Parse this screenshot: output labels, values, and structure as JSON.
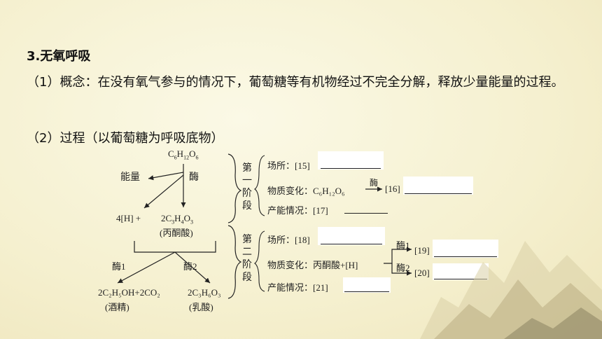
{
  "heading": "3.无氧呼吸",
  "concept": "（1）概念：在没有氧气参与的情况下，葡萄糖等有机物经过不完全分解，释放少量能量的过程。",
  "process": "（2）过程（以葡萄糖为呼吸底物）",
  "diagram": {
    "glucose": "C",
    "glucose_parts": [
      "6",
      "H",
      "12",
      "O",
      "6"
    ],
    "energy": "能量",
    "enzyme": "酶",
    "nadh": "4[H] +",
    "pyruvate_formula": [
      "2C",
      "3",
      "H",
      "4",
      "O",
      "3"
    ],
    "pyruvate_name": "(丙酮酸)",
    "enzyme1": "酶1",
    "enzyme2": "酶2",
    "ethanol_formula": "2C₂H₅OH+2CO₂",
    "ethanol_name": "(酒精)",
    "lactate_formula": "2C₃H₆O₃",
    "lactate_name": "(乳酸)",
    "stage1": "第一阶段",
    "stage2": "第二阶段",
    "s1_place": "场所：[15]",
    "s1_change_prefix": "物质变化：C₆H₁₂O₆",
    "s1_change_enzyme": "酶",
    "s1_change_suffix": "[16]",
    "s1_energy": "产能情况：[17]",
    "s2_place": "场所：[18]",
    "s2_change": "物质变化：丙酮酸+[H]",
    "s2_enzyme1": "酶1",
    "s2_enzyme2": "酶2",
    "s2_result1": "[19]",
    "s2_result2": "[20]",
    "s2_energy": "产能情况：[21]"
  }
}
